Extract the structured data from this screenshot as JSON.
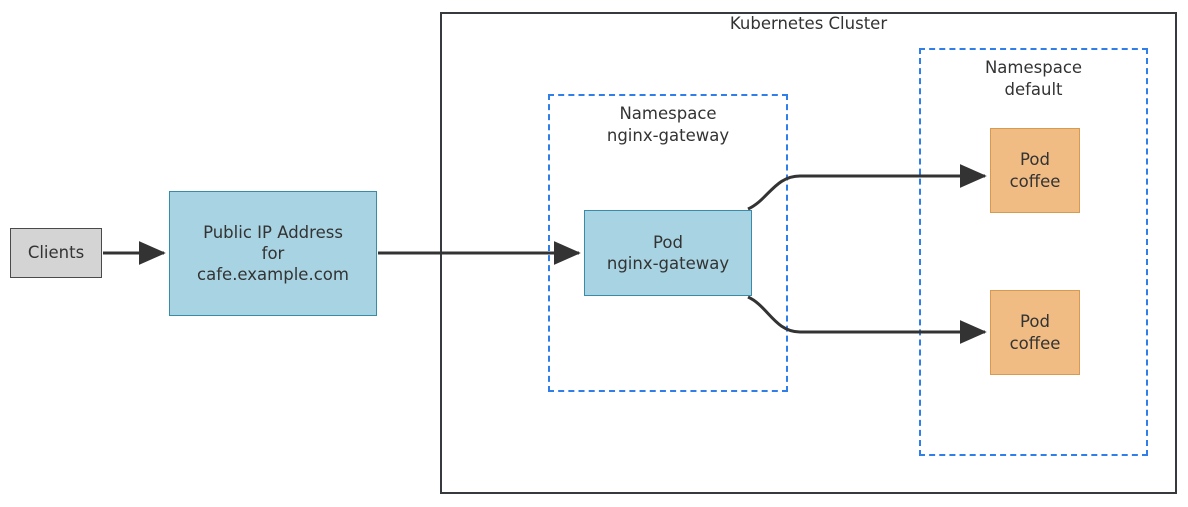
{
  "diagram": {
    "title": "Kubernetes Cluster",
    "clients": {
      "label": "Clients"
    },
    "public_ip": {
      "label": "Public IP Address\nfor\ncafe.example.com"
    },
    "namespaces": [
      {
        "id": "nginx-gateway",
        "label": "Namespace\nnginx-gateway",
        "pods": [
          {
            "id": "pod-nginx-gateway",
            "label": "Pod\nnginx-gateway"
          }
        ]
      },
      {
        "id": "default",
        "label": "Namespace\ndefault",
        "pods": [
          {
            "id": "pod-coffee-1",
            "label": "Pod\ncoffee"
          },
          {
            "id": "pod-coffee-2",
            "label": "Pod\ncoffee"
          }
        ]
      }
    ],
    "colors": {
      "node_blue_fill": "#a8d3e2",
      "node_blue_stroke": "#3a8ba8",
      "node_orange_fill": "#f0bc84",
      "node_orange_stroke": "#d79b4f",
      "node_gray_fill": "#d4d4d4",
      "node_gray_stroke": "#4a4a4a",
      "namespace_dash": "#2f7eea",
      "cluster_stroke": "#36393d",
      "edge_stroke": "#333333",
      "text": "#333333"
    },
    "edges": [
      {
        "id": "clients-to-public-ip",
        "from": "clients",
        "to": "public-ip"
      },
      {
        "id": "public-ip-to-pod-nginx-gateway",
        "from": "public-ip",
        "to": "pod-nginx-gateway"
      },
      {
        "id": "pod-nginx-gateway-to-pod-coffee-1",
        "from": "pod-nginx-gateway",
        "to": "pod-coffee-1"
      },
      {
        "id": "pod-nginx-gateway-to-pod-coffee-2",
        "from": "pod-nginx-gateway",
        "to": "pod-coffee-2"
      }
    ]
  }
}
